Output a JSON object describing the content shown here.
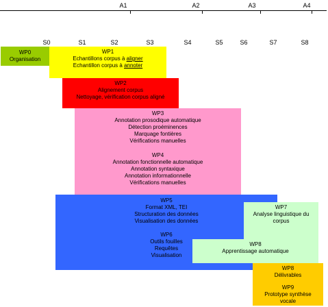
{
  "axis": {
    "years": [
      "A1",
      "A2",
      "A3",
      "A4"
    ],
    "semesters": [
      "S0",
      "S1",
      "S2",
      "S3",
      "S4",
      "S5",
      "S6",
      "S7",
      "S8"
    ]
  },
  "colors": {
    "wp0": "#99cc00",
    "wp1": "#ffff00",
    "wp2": "#ff0000",
    "wp3_4": "#ff99cc",
    "wp5_6": "#3366ff",
    "wp7_8": "#ccffcc",
    "wp8_9": "#ffcc00"
  },
  "packages": {
    "wp0": {
      "title": "WP0",
      "lines": [
        "Organisation"
      ]
    },
    "wp1": {
      "title": "WP1",
      "lines": [
        "Echantillons corpus à ",
        "aligner",
        "Echantillon corpus à ",
        "annoter"
      ]
    },
    "wp2": {
      "title": "WP2",
      "lines": [
        "Alignement corpus",
        "Nettoyage, vérification corpus aligné"
      ]
    },
    "wp3": {
      "title": "WP3",
      "lines": [
        "Annotation prosodique automatique",
        "Détection proéminences",
        "Marquage fontières",
        "Vérifications manuelles"
      ]
    },
    "wp4": {
      "title": "WP4",
      "lines": [
        "Annotation fonctionnelle automatique",
        "Annotation syntaxique",
        "Annotation informationnelle",
        "Vérifications manuelles"
      ]
    },
    "wp5": {
      "title": "WP5",
      "lines": [
        "Format XML, TEI",
        "Structuration des données",
        "Visualisation des données"
      ]
    },
    "wp6": {
      "title": "WP6",
      "lines": [
        "Outils fouilles",
        "Requêtes",
        "Visualisation"
      ]
    },
    "wp7": {
      "title": "WP7",
      "lines": [
        "Analyse linguistique du",
        "corpus"
      ]
    },
    "wp8a": {
      "title": "WP8",
      "lines": [
        "Apprentissage automatique"
      ]
    },
    "wp8b": {
      "title": "WP8",
      "lines": [
        "Délivrables"
      ]
    },
    "wp9": {
      "title": "WP9",
      "lines": [
        "Prototype synthèse",
        "vocale"
      ]
    }
  }
}
